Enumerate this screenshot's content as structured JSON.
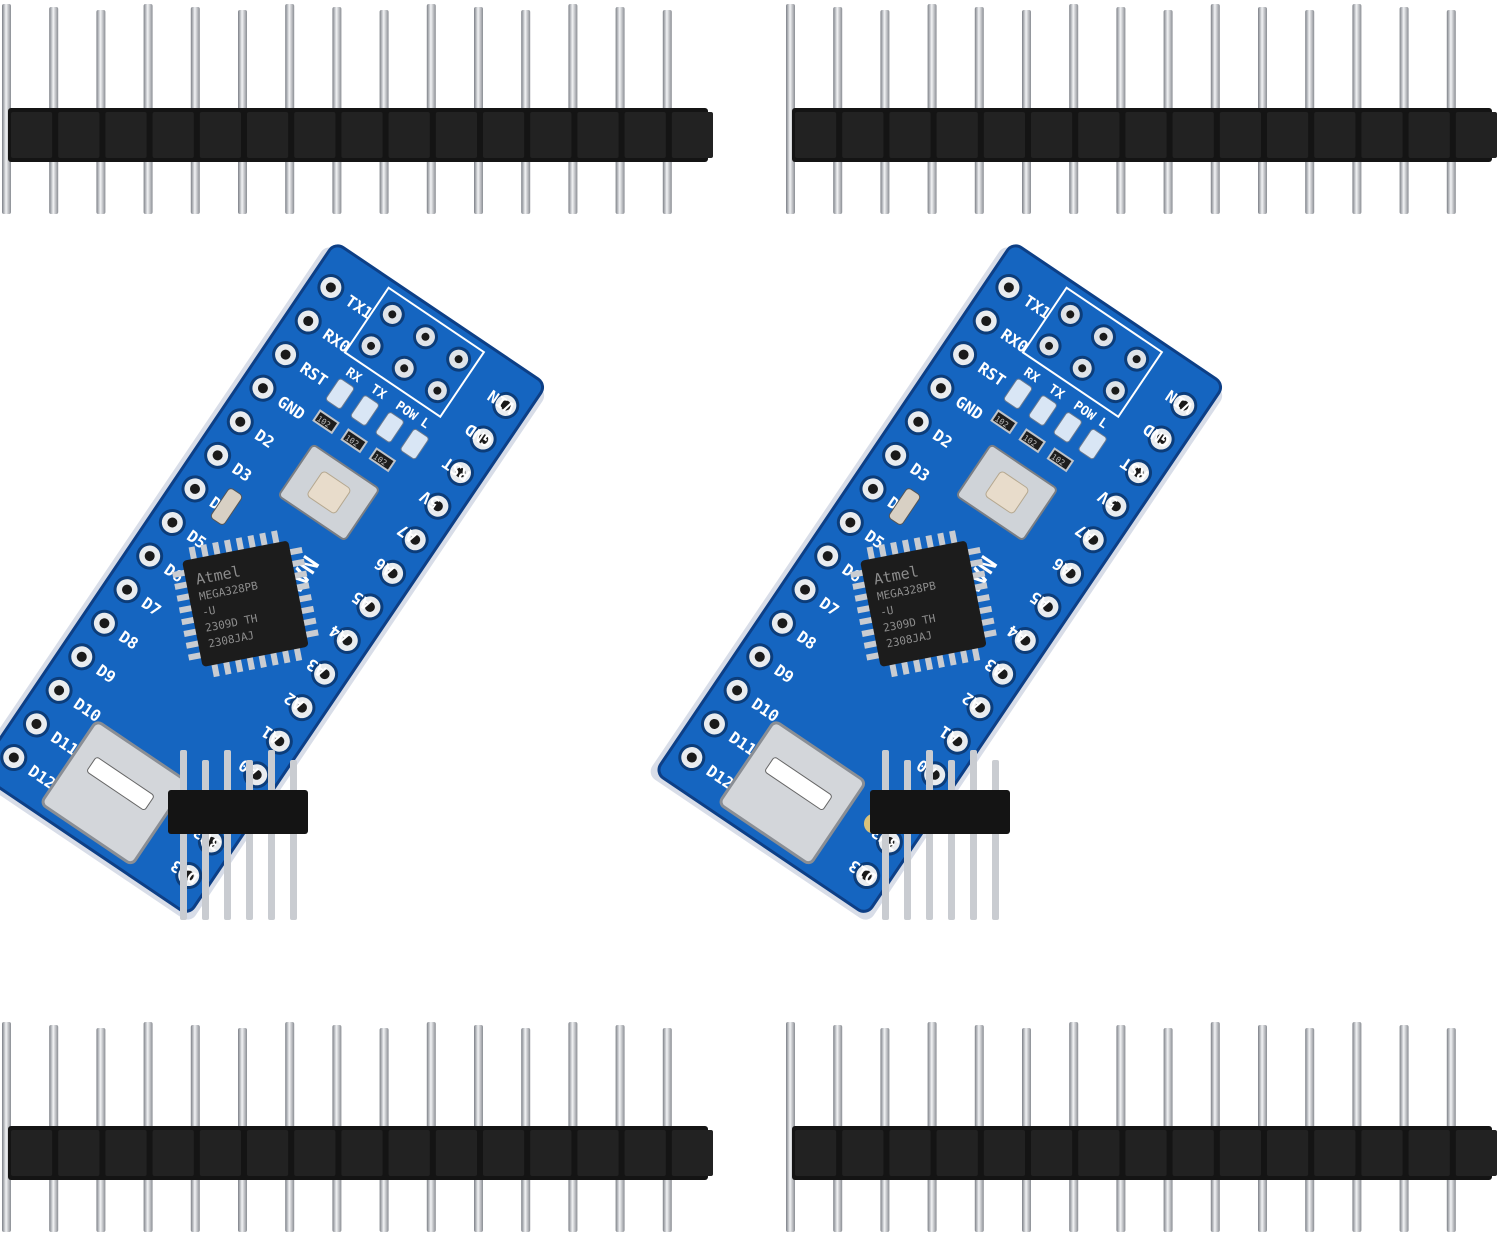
{
  "photo": {
    "colors": {
      "background": "#ffffff",
      "pcb_blue": "#1565c0",
      "pcb_edge": "#0d3f86",
      "pcb_side": "#d8dde8",
      "header_plastic": "#141414",
      "pin_metal": "#c9ccd1",
      "chip": "#1c1c1c",
      "led": "#d9e6f5",
      "button": "#e8dccb"
    },
    "boards": [
      {
        "board_name": "NANO",
        "chip": {
          "brand": "Atmel",
          "line1": "MEGA328PB",
          "line2": "-U",
          "line3": "2309D   TH",
          "line4": "2308JAJ"
        },
        "left_pins": [
          "TX1",
          "RX0",
          "RST",
          "GND",
          "D2",
          "D3",
          "D4",
          "D5",
          "D6",
          "D7",
          "D8",
          "D9",
          "D10",
          "D11",
          "D12"
        ],
        "right_pins": [
          "VIN",
          "GND",
          "RST",
          "5V",
          "A7",
          "A6",
          "A5",
          "A4",
          "A3",
          "A2",
          "A1",
          "A0",
          "REF",
          "3V3",
          "D13"
        ],
        "led_labels": [
          "RX",
          "TX",
          "POW",
          "L"
        ],
        "resistor_code": "102"
      },
      {
        "board_name": "NANO",
        "chip": {
          "brand": "Atmel",
          "line1": "MEGA328PB",
          "line2": "-U",
          "line3": "2309D   TH",
          "line4": "2308JAJ"
        },
        "left_pins": [
          "TX1",
          "RX0",
          "RST",
          "GND",
          "D2",
          "D3",
          "D4",
          "D5",
          "D6",
          "D7",
          "D8",
          "D9",
          "D10",
          "D11",
          "D12"
        ],
        "right_pins": [
          "VIN",
          "GND",
          "RST",
          "5V",
          "A7",
          "A6",
          "A5",
          "A4",
          "A3",
          "A2",
          "A1",
          "A0",
          "REF",
          "3V3",
          "D13"
        ],
        "led_labels": [
          "RX",
          "TX",
          "POW",
          "L"
        ],
        "resistor_code": "102"
      }
    ],
    "headers": [
      {
        "kind": "single-row",
        "pins": 15
      },
      {
        "kind": "single-row",
        "pins": 15
      },
      {
        "kind": "single-row",
        "pins": 15
      },
      {
        "kind": "single-row",
        "pins": 15
      },
      {
        "kind": "dual-row",
        "pins": 6
      },
      {
        "kind": "dual-row",
        "pins": 6
      }
    ]
  }
}
